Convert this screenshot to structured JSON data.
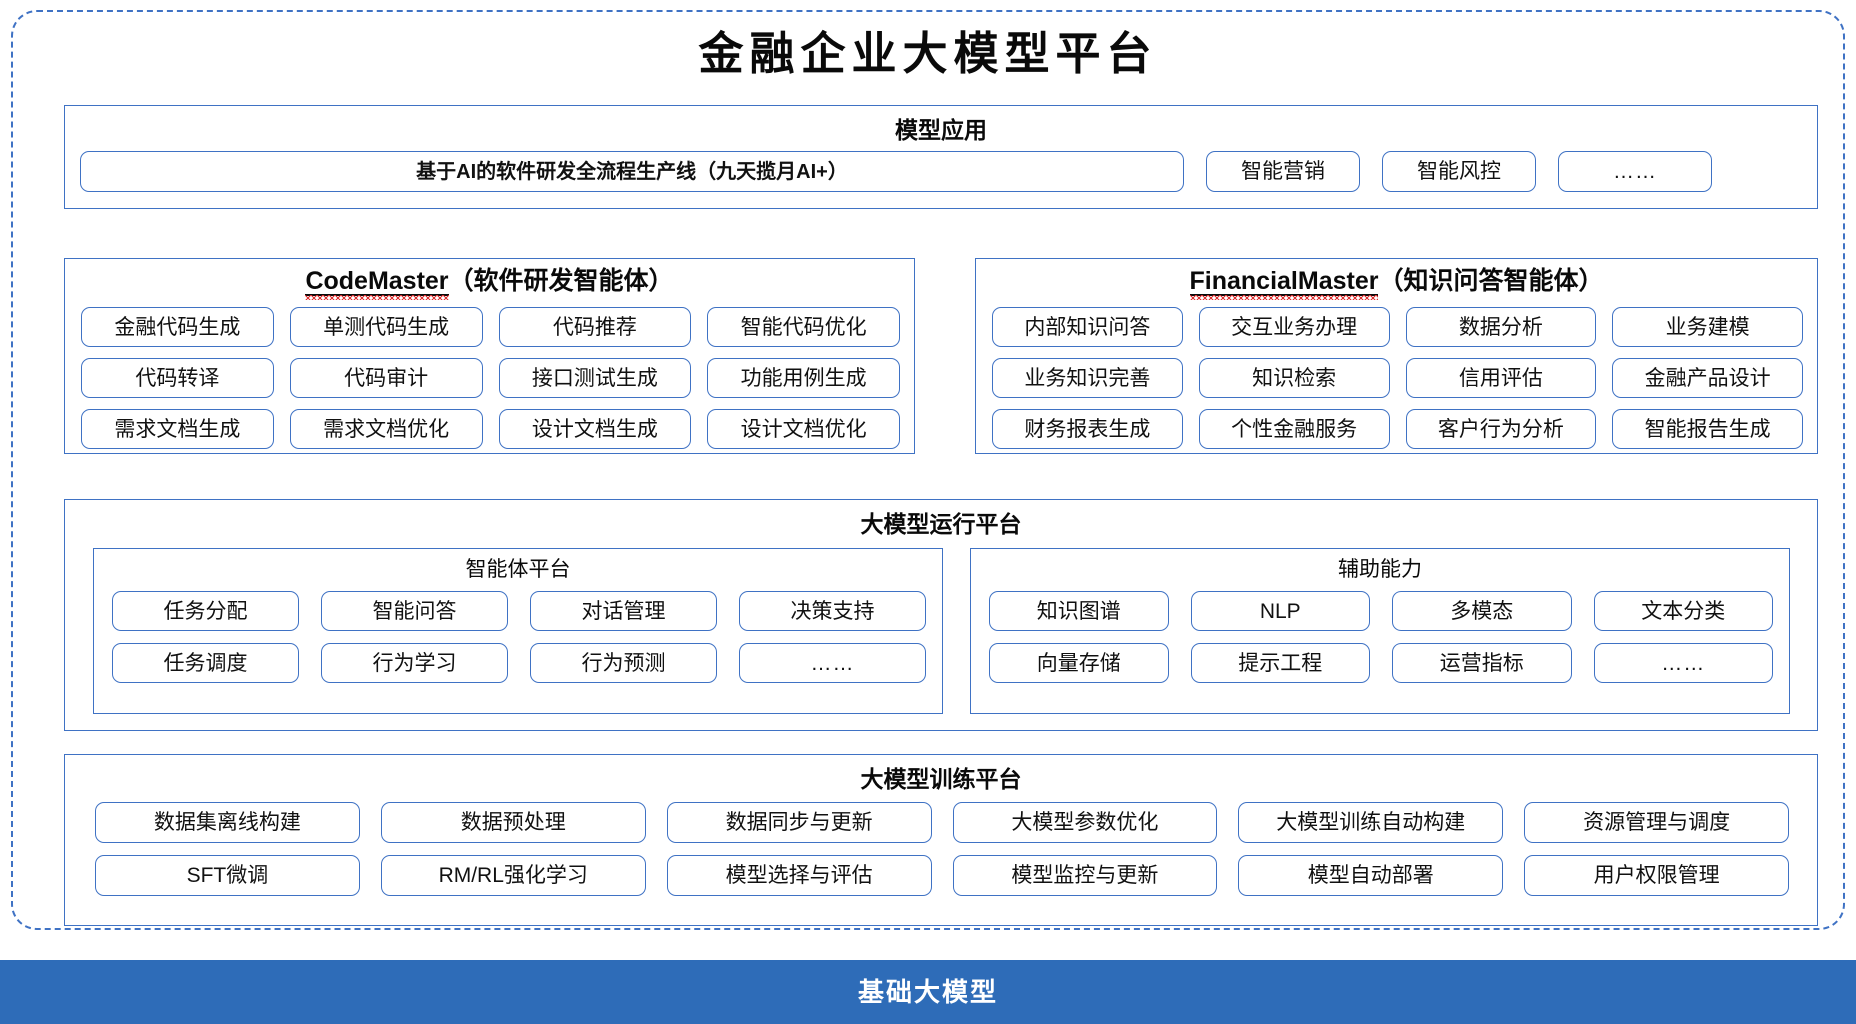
{
  "title": "金融企业大模型平台",
  "colors": {
    "border_blue": "#3f72c4",
    "foundation_bar_blue": "#2e6cb8",
    "spellcheck_red": "#e03131",
    "text_black": "#0a0a0a"
  },
  "model_application": {
    "title": "模型应用",
    "primary_item": "基于AI的软件研发全流程生产线（九天揽月AI+）",
    "items": [
      "智能营销",
      "智能风控",
      "……"
    ]
  },
  "agents": [
    {
      "name": "CodeMaster",
      "suffix": "（软件研发智能体）",
      "spellcheck_flagged": true,
      "items": [
        "金融代码生成",
        "单测代码生成",
        "代码推荐",
        "智能代码优化",
        "代码转译",
        "代码审计",
        "接口测试生成",
        "功能用例生成",
        "需求文档生成",
        "需求文档优化",
        "设计文档生成",
        "设计文档优化"
      ]
    },
    {
      "name": "FinancialMaster",
      "suffix": "（知识问答智能体）",
      "spellcheck_flagged": true,
      "items": [
        "内部知识问答",
        "交互业务办理",
        "数据分析",
        "业务建模",
        "业务知识完善",
        "知识检索",
        "信用评估",
        "金融产品设计",
        "财务报表生成",
        "个性金融服务",
        "客户行为分析",
        "智能报告生成"
      ]
    }
  ],
  "runtime_platform": {
    "title": "大模型运行平台",
    "sub_panels": [
      {
        "title": "智能体平台",
        "items": [
          "任务分配",
          "智能问答",
          "对话管理",
          "决策支持",
          "任务调度",
          "行为学习",
          "行为预测",
          "……"
        ]
      },
      {
        "title": "辅助能力",
        "items": [
          "知识图谱",
          "NLP",
          "多模态",
          "文本分类",
          "向量存储",
          "提示工程",
          "运营指标",
          "……"
        ]
      }
    ]
  },
  "training_platform": {
    "title": "大模型训练平台",
    "items": [
      "数据集离线构建",
      "数据预处理",
      "数据同步与更新",
      "大模型参数优化",
      "大模型训练自动构建",
      "资源管理与调度",
      "SFT微调",
      "RM/RL强化学习",
      "模型选择与评估",
      "模型监控与更新",
      "模型自动部署",
      "用户权限管理"
    ]
  },
  "foundation": {
    "label": "基础大模型"
  }
}
